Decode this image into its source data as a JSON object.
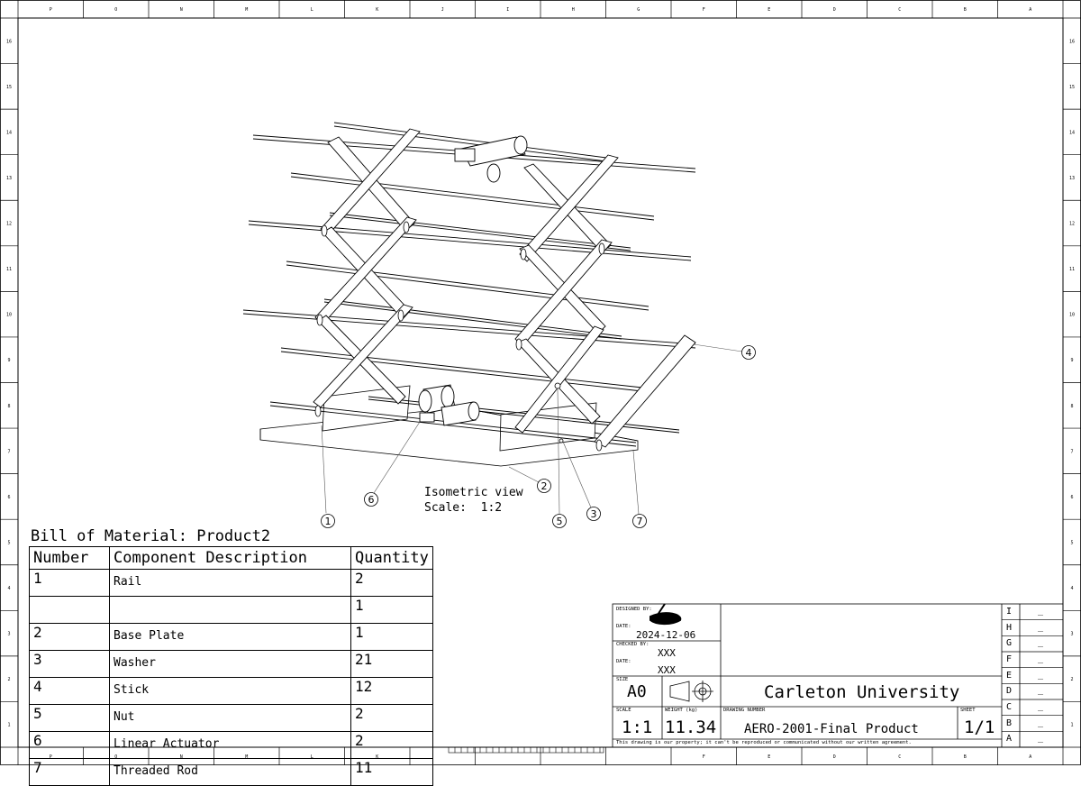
{
  "view": {
    "label": "Isometric view",
    "scale_label": "Scale:",
    "scale_value": "1:2"
  },
  "balloons": [
    "1",
    "2",
    "3",
    "4",
    "5",
    "6",
    "7"
  ],
  "border": {
    "top_letters": [
      "P",
      "O",
      "N",
      "M",
      "L",
      "K",
      "J",
      "I",
      "H",
      "G",
      "F",
      "E",
      "D",
      "C",
      "B",
      "A"
    ],
    "bottom_letters": [
      "P",
      "O",
      "N",
      "M",
      "L",
      "K",
      "",
      "",
      "",
      "",
      "F",
      "E",
      "D",
      "C",
      "B",
      "A"
    ],
    "side_numbers": [
      "16",
      "15",
      "14",
      "13",
      "12",
      "11",
      "10",
      "9",
      "8",
      "7",
      "6",
      "5",
      "4",
      "3",
      "2",
      "1"
    ]
  },
  "bom": {
    "title": "Bill of Material: Product2",
    "headers": [
      "Number",
      "Component Description",
      "Quantity"
    ],
    "rows": [
      {
        "number": "1",
        "description": "Rail",
        "quantity": "2"
      },
      {
        "number": "",
        "description": "",
        "quantity": "1"
      },
      {
        "number": "2",
        "description": "Base Plate",
        "quantity": "1"
      },
      {
        "number": "3",
        "description": "Washer",
        "quantity": "21"
      },
      {
        "number": "4",
        "description": "Stick",
        "quantity": "12"
      },
      {
        "number": "5",
        "description": "Nut",
        "quantity": "2"
      },
      {
        "number": "6",
        "description": "Linear Actuator",
        "quantity": "2"
      },
      {
        "number": "7",
        "description": "Threaded Rod",
        "quantity": "11"
      }
    ]
  },
  "title_block": {
    "designed_by_label": "DESIGNED BY:",
    "date_label": "DATE:",
    "date_value": "2024-12-06",
    "checked_by_label": "CHECKED BY:",
    "checked_by_value": "XXX",
    "date2_label": "DATE:",
    "date2_value": "XXX",
    "size_label": "SIZE",
    "size_value": "A0",
    "scale_label": "SCALE",
    "scale_value": "1:1",
    "weight_label": "WEIGHT (kg)",
    "weight_value": "11.34",
    "drawing_number_label": "DRAWING NUMBER",
    "drawing_number_value": "AERO-2001-Final Product",
    "sheet_label": "SHEET",
    "sheet_value": "1/1",
    "company": "Carleton University",
    "disclaimer": "This drawing is our property; it can't be reproduced or communicated without our written agreement.",
    "revisions": [
      {
        "letter": "I",
        "value": "_"
      },
      {
        "letter": "H",
        "value": "_"
      },
      {
        "letter": "G",
        "value": "_"
      },
      {
        "letter": "F",
        "value": "_"
      },
      {
        "letter": "E",
        "value": "_"
      },
      {
        "letter": "D",
        "value": "_"
      },
      {
        "letter": "C",
        "value": "_"
      },
      {
        "letter": "B",
        "value": "_"
      },
      {
        "letter": "A",
        "value": "_"
      }
    ]
  }
}
